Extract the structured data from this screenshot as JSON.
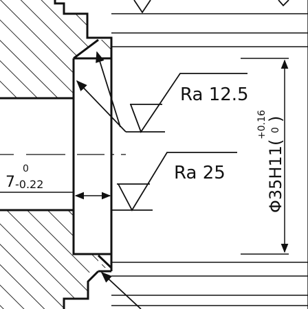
{
  "annotations": {
    "roughness_upper": "Ra 12.5",
    "roughness_lower": "Ra 25",
    "diameter": {
      "main": "Φ35H11(",
      "upper_dev": "+0.16",
      "lower_dev": "0",
      "close": ")"
    },
    "width": {
      "main": "7",
      "upper_dev": "0",
      "lower_dev": "-0.22"
    }
  },
  "colors": {
    "line": "#111111",
    "background": "#ffffff"
  }
}
